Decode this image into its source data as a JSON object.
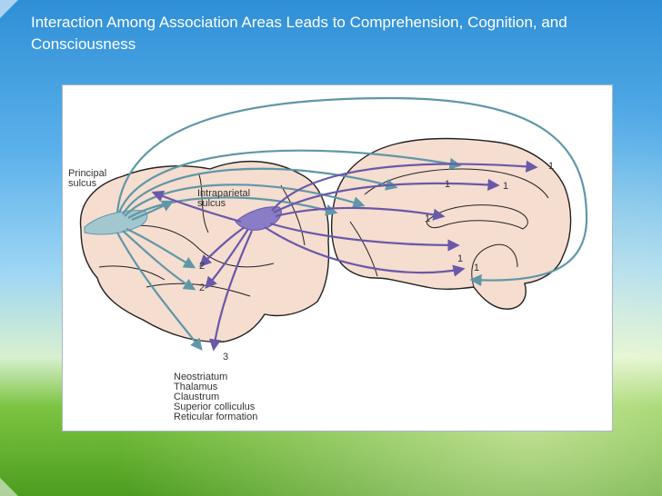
{
  "slide": {
    "title": "Interaction Among Association Areas Leads to Comprehension, Cognition, and Consciousness"
  },
  "diagram": {
    "labels": {
      "principal_sulcus": [
        "Principal",
        "sulcus"
      ],
      "intraparietal_sulcus": [
        "Intraparietal",
        "sulcus"
      ]
    },
    "projection_targets": [
      "Neostriatum",
      "Thalamus",
      "Claustrum",
      "Superior colliculus",
      "Reticular formation"
    ],
    "numbers": {
      "n1a": "1",
      "n1b": "1",
      "n1c": "1",
      "n1d": "1",
      "n1e": "1",
      "n1f": "1",
      "n2a": "2",
      "n2b": "2",
      "n3": "3"
    },
    "colors": {
      "brain_fill": "#f5ddd0",
      "brain_stroke": "#222222",
      "teal_arrow": "#5f97a7",
      "purple_arrow": "#6a58a8",
      "principal_region": "#a3c7cf",
      "intraparietal_region": "#8b7cc6"
    }
  }
}
